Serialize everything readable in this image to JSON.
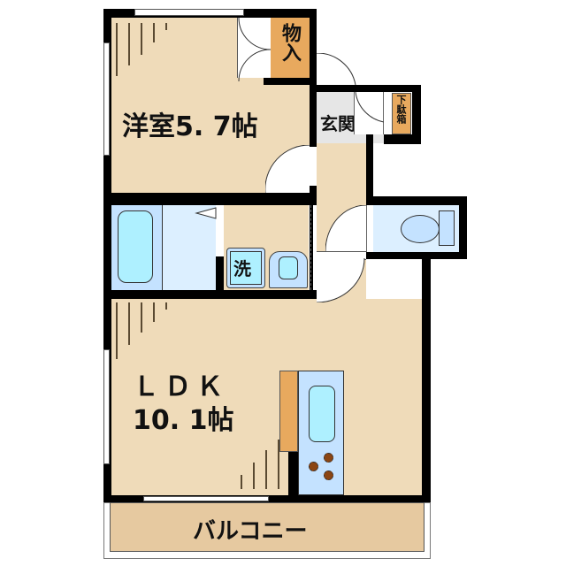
{
  "floor_plan": {
    "rooms": {
      "western_room": {
        "name": "洋室",
        "size": "5. 7帖",
        "label": "洋室5. 7帖"
      },
      "closet": {
        "label": "物入"
      },
      "entrance": {
        "label": "玄関"
      },
      "shoe_box": {
        "label": "下駄箱"
      },
      "washer": {
        "label": "洗"
      },
      "ldk": {
        "name": "ＬＤＫ",
        "size": "10. 1帖"
      },
      "balcony": {
        "label": "バルコニー"
      }
    },
    "fixtures": [
      "bathtub-icon",
      "washbasin-icon",
      "washing-machine-icon",
      "toilet-icon",
      "kitchen-sink-icon",
      "stove-burners-icon"
    ],
    "colors": {
      "floor": "#efdbb9",
      "wet_area": "#dcefff",
      "closet": "#e8a95e",
      "fixture_blue": "#aef0ff",
      "balcony": "#e6c9a0",
      "wall": "#000000",
      "burner": "#8b4513"
    }
  }
}
